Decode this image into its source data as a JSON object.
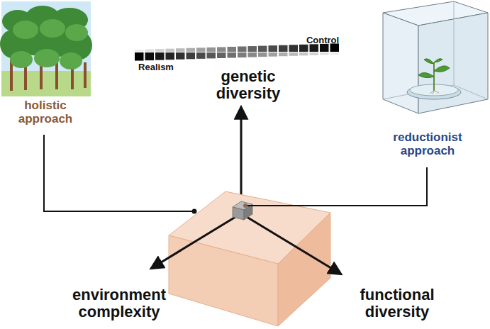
{
  "diagram": {
    "labels": [
      "Control",
      "Realism",
      "holistic approach",
      "reductionist approach",
      "genetic diversity",
      "environment complexity",
      "functional diversity"
    ]
  }
}
